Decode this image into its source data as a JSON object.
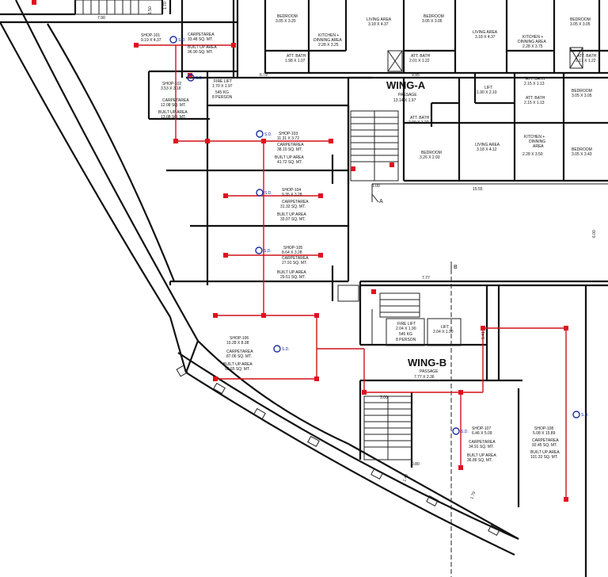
{
  "wings": {
    "a": {
      "title": "WING-A",
      "passage": "PASSAGE",
      "passage_dim": "13.14 X 1.97"
    },
    "b": {
      "title": "WING-B",
      "passage": "PASSAGE",
      "passage_dim": "7.77 X 2.36"
    }
  },
  "shops": {
    "s101": {
      "name": "SHOP-101",
      "dim": "9.19 X 4.37",
      "carpet": "CARPETAREA",
      "carpet_val": "33.48 SQ. MT.",
      "built": "BUILT UP AREA",
      "built_val": "36.90 SQ. MT."
    },
    "s102": {
      "name": "SHOP-102",
      "dim": "3.53 X 3.18",
      "carpet": "CARPETAREA",
      "carpet_val": "12.08 SQ. MT.",
      "built": "BUILT UP AREA",
      "built_val": "13.08 SQ. MT."
    },
    "s103": {
      "name": "SHOP-103",
      "dim": "11.31 X 3.72",
      "carpet": "CARPETAREA",
      "carpet_val": "38.10 SQ. MT.",
      "built": "BUILT UP AREA",
      "built_val": "41.72 SQ. MT."
    },
    "s104": {
      "name": "SHOP-104",
      "dim": "9.35 X 3.28",
      "carpet": "CARPETAREA",
      "carpet_val": "31.33 SQ. MT.",
      "built": "BUILT UP AREA",
      "built_val": "33.07 SQ. MT."
    },
    "s105": {
      "name": "SHOP-105",
      "dim": "8.64 X 3.28",
      "carpet": "CARPETAREA",
      "carpet_val": "27.91 SQ. MT.",
      "built": "BUILT UP AREA",
      "built_val": "29.51 SQ. MT."
    },
    "s106": {
      "name": "SHOP-106",
      "dim": "10.28 X 8.38",
      "carpet": "CARPETAREA",
      "carpet_val": "87.06 SQ. MT.",
      "built": "BUILT UP AREA",
      "built_val": "93.65 SQ. MT."
    },
    "s107": {
      "name": "SHOP-107",
      "dim": "6.46 X 5.09",
      "carpet": "CARPETAREA",
      "carpet_val": "34.91 SQ. MT.",
      "built": "BUILT UP AREA",
      "built_val": "36.86 SQ. MT."
    },
    "s108": {
      "name": "SHOP-108",
      "dim": "5.08 X 15.89",
      "carpet": "CARPETAREA",
      "carpet_val": "92.45 SQ. MT.",
      "built": "BUILT UP AREA",
      "built_val": "101.33 SQ. MT."
    }
  },
  "rooms": {
    "bed1": {
      "name": "BEDROOM",
      "dim": "3.05 X 3.20"
    },
    "bed2": {
      "name": "BEDROOM",
      "dim": "3.05 X 3.05"
    },
    "bed3": {
      "name": "BEDROOM",
      "dim": "3.05 X 3.05"
    },
    "bed4": {
      "name": "BEDROOM",
      "dim": "3.05 X 3.05"
    },
    "bed5": {
      "name": "BEDROOM",
      "dim": "3.26 X 2.93"
    },
    "bed6": {
      "name": "BEDROOM",
      "dim": "3.05 X 3.43"
    },
    "liv1": {
      "name": "LIVING AREA",
      "dim": "3.18 X 4.37"
    },
    "liv2": {
      "name": "LIVING AREA",
      "dim": "3.18 X 4.37"
    },
    "liv3": {
      "name": "LIVING AREA",
      "dim": "3.18 X 4.12"
    },
    "kit1": {
      "name": "KITCHEN +",
      "name2": "DINNING AREA",
      "dim": "2.28 X 3.25"
    },
    "kit2": {
      "name": "KITCHEN +",
      "name2": "DINNING AREA",
      "dim": "2.28 X 3.75"
    },
    "kit3": {
      "name": "KITCHEN +",
      "name2": "DINNING",
      "name3": "AREA",
      "dim": "2.28 X 3.50"
    },
    "bath1": {
      "name": "ATT. BATH",
      "dim": "1.98 X 1.07"
    },
    "bath2": {
      "name": "ATT. BATH",
      "dim": "2.01 X 1.22"
    },
    "bath3": {
      "name": "ATT. BATH",
      "dim": "2.17 X 1.22"
    },
    "bath4": {
      "name": "ATT. BATH",
      "dim": "2.15 X 1.13"
    },
    "bath5": {
      "name": "ATT. BATH",
      "dim": "2.15 X 1.13"
    },
    "bath6": {
      "name": "ATT. BATH",
      "dim": "2.09 X 1.22"
    },
    "lifta": {
      "name": "LIFT",
      "dim": "1.90 X 2.10"
    },
    "firea": {
      "name": "FIRE LIFT",
      "dim": "1.70 X 1.97",
      "cap": "545 KG",
      "persons": "8 PERSON"
    },
    "fireb": {
      "name": "FIRE LIFT",
      "dim": "2.04 X 1.90",
      "cap": "545 KG",
      "persons": "8 PERSON"
    },
    "liftb": {
      "name": "LIFT",
      "dim": "2.04 X 1.90"
    }
  },
  "dims": {
    "d1": "6.79",
    "d2": "9.95",
    "d3": "15.55",
    "d4": "6.00",
    "d5": "7.77",
    "d6": "3.00",
    "d7": "0.80",
    "d8": "1.40",
    "d9": "1.79",
    "d10": "7.90",
    "d11": "1.00",
    "d12": "1.50",
    "d13": "1.70",
    "d14": "5.41"
  },
  "section_marks": {
    "a": "A",
    "b": "B"
  },
  "sd_label": "S.D."
}
